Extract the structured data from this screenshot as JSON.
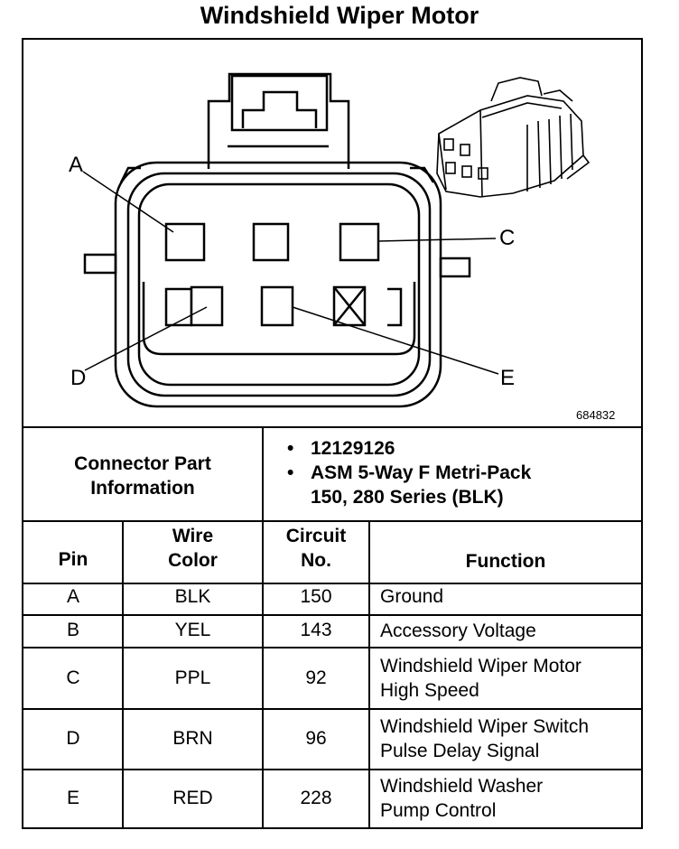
{
  "title": "Windshield Wiper Motor",
  "figure_id": "684832",
  "pin_callouts": [
    "A",
    "C",
    "D",
    "E"
  ],
  "connector_info": {
    "label_line1": "Connector Part",
    "label_line2": "Information",
    "bullets": [
      "12129126",
      "ASM 5-Way F Metri-Pack",
      "150, 280 Series (BLK)"
    ]
  },
  "table": {
    "headers": {
      "pin": "Pin",
      "wire_color_1": "Wire",
      "wire_color_2": "Color",
      "circuit_1": "Circuit",
      "circuit_2": "No.",
      "function": "Function"
    },
    "rows": [
      {
        "pin": "A",
        "color": "BLK",
        "circuit": "150",
        "function_1": "Ground",
        "function_2": ""
      },
      {
        "pin": "B",
        "color": "YEL",
        "circuit": "143",
        "function_1": "Accessory Voltage",
        "function_2": ""
      },
      {
        "pin": "C",
        "color": "PPL",
        "circuit": "92",
        "function_1": "Windshield Wiper Motor",
        "function_2": "High Speed"
      },
      {
        "pin": "D",
        "color": "BRN",
        "circuit": "96",
        "function_1": "Windshield Wiper Switch",
        "function_2": "Pulse Delay Signal"
      },
      {
        "pin": "E",
        "color": "RED",
        "circuit": "228",
        "function_1": "Windshield Washer",
        "function_2": "Pump Control"
      }
    ]
  }
}
